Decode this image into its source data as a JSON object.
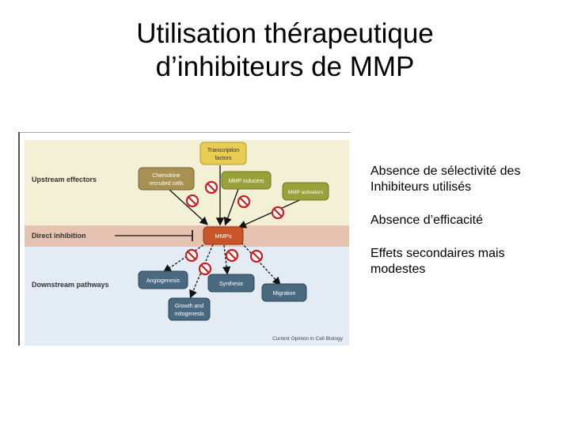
{
  "slide": {
    "title_line1": "Utilisation thérapeutique",
    "title_line2": "d’inhibiteurs de MMP",
    "bullets": [
      "Absence de sélectivité des Inhibiteurs utilisés",
      "Absence d’efficacité",
      "Effets secondaires mais modestes"
    ]
  },
  "figure": {
    "band_upstream": "Upstream effectors",
    "band_direct": "Direct inhibition",
    "band_downstream": "Downstream pathways",
    "node_transcription": [
      "Transcription",
      "factors"
    ],
    "node_chemokine": [
      "Chemokine",
      "recruited cells"
    ],
    "node_inducers": "MMP inducers",
    "node_activators": "MMP activators",
    "node_mmps": "MMPs",
    "node_angiogenesis": "Angiogenesis",
    "node_synthesis": "Synthesis",
    "node_migration": "Migration",
    "node_growth": [
      "Growth and",
      "mitogenesis"
    ],
    "credit": "Current Opinion in Cell Biology",
    "colors": {
      "upstream_band": "#f3f0d6",
      "direct_band": "#e6c3b0",
      "downstream_band": "#e3ecf4",
      "upstream_node": "#9aa03a",
      "transcription_node": "#e9cc52",
      "chemokine_node": "#a89052",
      "mmp_node": "#c8562a",
      "downstream_node": "#48697f",
      "inhibit_symbol": "#c8201e"
    }
  }
}
